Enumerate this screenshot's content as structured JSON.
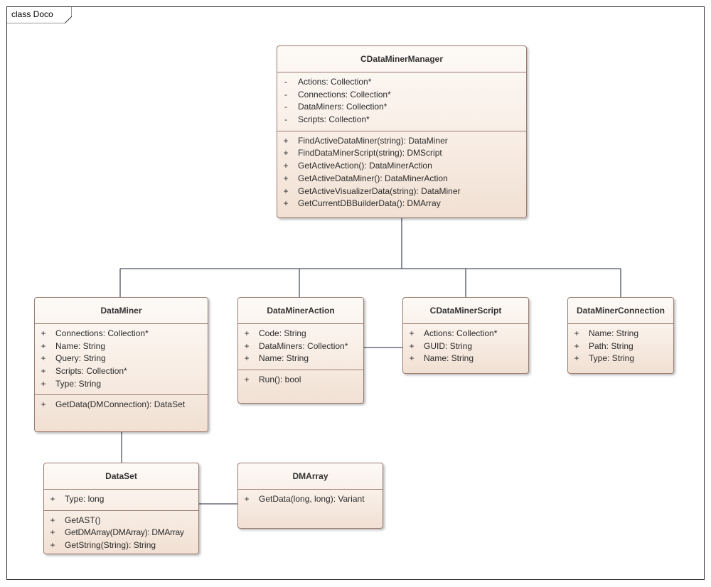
{
  "frame": {
    "label": "class Doco"
  },
  "colors": {
    "border": "#9c7c70",
    "fill_top": "#fdfaf7",
    "fill_bottom": "#f1e0d3",
    "connector": "#4a5060"
  },
  "classes": {
    "manager": {
      "name": "CDataMinerManager",
      "attributes": [
        {
          "vis": "-",
          "text": "Actions: Collection*"
        },
        {
          "vis": "-",
          "text": "Connections: Collection*"
        },
        {
          "vis": "-",
          "text": "DataMiners: Collection*"
        },
        {
          "vis": "-",
          "text": "Scripts: Collection*"
        }
      ],
      "operations": [
        {
          "vis": "+",
          "text": "FindActiveDataMiner(string): DataMiner"
        },
        {
          "vis": "+",
          "text": "FindDataMinerScript(string): DMScript"
        },
        {
          "vis": "+",
          "text": "GetActiveAction(): DataMinerAction"
        },
        {
          "vis": "+",
          "text": "GetActiveDataMiner(): DataMinerAction"
        },
        {
          "vis": "+",
          "text": "GetActiveVisualizerData(string): DataMiner"
        },
        {
          "vis": "+",
          "text": "GetCurrentDBBuilderData(): DMArray"
        }
      ]
    },
    "dataminer": {
      "name": "DataMiner",
      "attributes": [
        {
          "vis": "+",
          "text": "Connections: Collection*"
        },
        {
          "vis": "+",
          "text": "Name: String"
        },
        {
          "vis": "+",
          "text": "Query: String"
        },
        {
          "vis": "+",
          "text": "Scripts: Collection*"
        },
        {
          "vis": "+",
          "text": "Type: String"
        }
      ],
      "operations": [
        {
          "vis": "+",
          "text": "GetData(DMConnection): DataSet"
        }
      ]
    },
    "action": {
      "name": "DataMinerAction",
      "attributes": [
        {
          "vis": "+",
          "text": "Code: String"
        },
        {
          "vis": "+",
          "text": "DataMiners: Collection*"
        },
        {
          "vis": "+",
          "text": "Name: String"
        }
      ],
      "operations": [
        {
          "vis": "+",
          "text": "Run(): bool"
        }
      ]
    },
    "script": {
      "name": "CDataMinerScript",
      "attributes": [
        {
          "vis": "+",
          "text": "Actions: Collection*"
        },
        {
          "vis": "+",
          "text": "GUID: String"
        },
        {
          "vis": "+",
          "text": "Name: String"
        }
      ]
    },
    "connection": {
      "name": "DataMinerConnection",
      "attributes": [
        {
          "vis": "+",
          "text": "Name: String"
        },
        {
          "vis": "+",
          "text": "Path: String"
        },
        {
          "vis": "+",
          "text": "Type: String"
        }
      ]
    },
    "dataset": {
      "name": "DataSet",
      "attributes": [
        {
          "vis": "+",
          "text": "Type: long"
        }
      ],
      "operations": [
        {
          "vis": "+",
          "text": "GetAST()"
        },
        {
          "vis": "+",
          "text": "GetDMArray(DMArray): DMArray"
        },
        {
          "vis": "+",
          "text": "GetString(String): String"
        }
      ]
    },
    "dmarray": {
      "name": "DMArray",
      "operations": [
        {
          "vis": "+",
          "text": "GetData(long, long): Variant"
        }
      ]
    }
  }
}
